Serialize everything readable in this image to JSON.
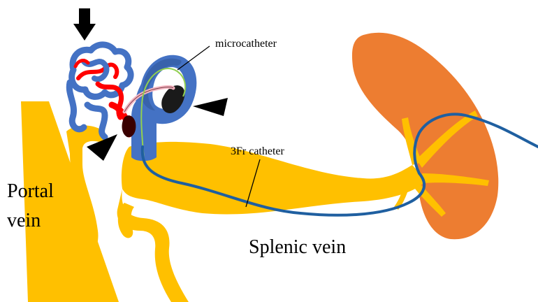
{
  "labels": {
    "microcatheter": "microcatheter",
    "catheter_3fr": "3Fr catheter",
    "portal_vein_line1": "Portal",
    "portal_vein_line2": "vein",
    "splenic_vein": "Splenic vein"
  },
  "colors": {
    "vein_yellow": "#FFC000",
    "varix_blue": "#4472C4",
    "varix_dark_blue": "#2F5597",
    "varix_red": "#FF0000",
    "spleen_orange": "#ED7D31",
    "catheter_blue": "#1F5FA0",
    "microcatheter_green": "#92D050",
    "microcatheter_pink": "#F4B6C2",
    "embolic_black": "#1a1a1a",
    "arrow_black": "#000000"
  },
  "icons": {
    "down_arrow": "black-down-arrow-icon",
    "arrowhead": "black-triangle-arrowhead-icon"
  }
}
